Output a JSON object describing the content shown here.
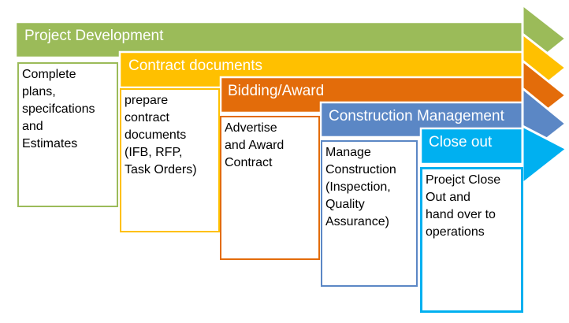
{
  "diagram_title": "Project phase process arrows",
  "phases": [
    {
      "label": "Project Development",
      "color": "#9BBB59",
      "box_text": "Complete\nplans,\nspecifcations\nand\nEstimates"
    },
    {
      "label": "Contract documents",
      "color": "#FFC000",
      "box_text": "prepare\ncontract\ndocuments\n(IFB, RFP,\nTask Orders)"
    },
    {
      "label": "Bidding/Award",
      "color": "#E36C0A",
      "box_text": "Advertise\nand Award\nContract"
    },
    {
      "label": "Construction Management",
      "color": "#5B87C5",
      "box_text": "Manage\nConstruction\n(Inspection,\nQuality\nAssurance)"
    },
    {
      "label": "Close out",
      "color": "#00B0F0",
      "box_text": "Proejct Close\nOut and\nhand over to\noperations"
    }
  ],
  "colors": {
    "background": "#FFFFFF",
    "banner_text": "#FFFFFF",
    "box_fill": "#FFFFFF",
    "box_text": "#000000",
    "separator_outline": "#FFFFFF"
  }
}
